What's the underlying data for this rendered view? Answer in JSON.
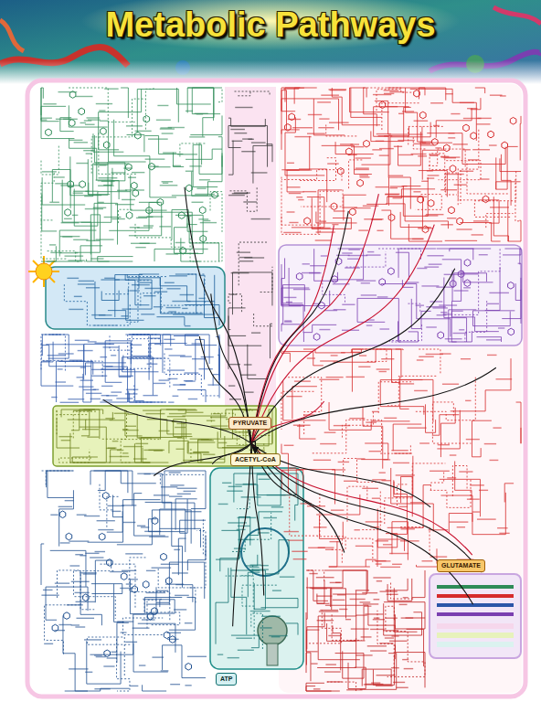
{
  "diagram": {
    "title": "Metabolic Pathways",
    "nodes": [
      {
        "text": [
          "PYRUVATE"
        ]
      },
      {
        "text": [
          "ACETYL-CoA"
        ]
      },
      {
        "text": [
          "GLUTAMATE"
        ]
      },
      {
        "text": [
          "ATP"
        ]
      }
    ],
    "edges": [
      {
        "from": 0,
        "to": 1,
        "arrow": "to"
      }
    ]
  }
}
